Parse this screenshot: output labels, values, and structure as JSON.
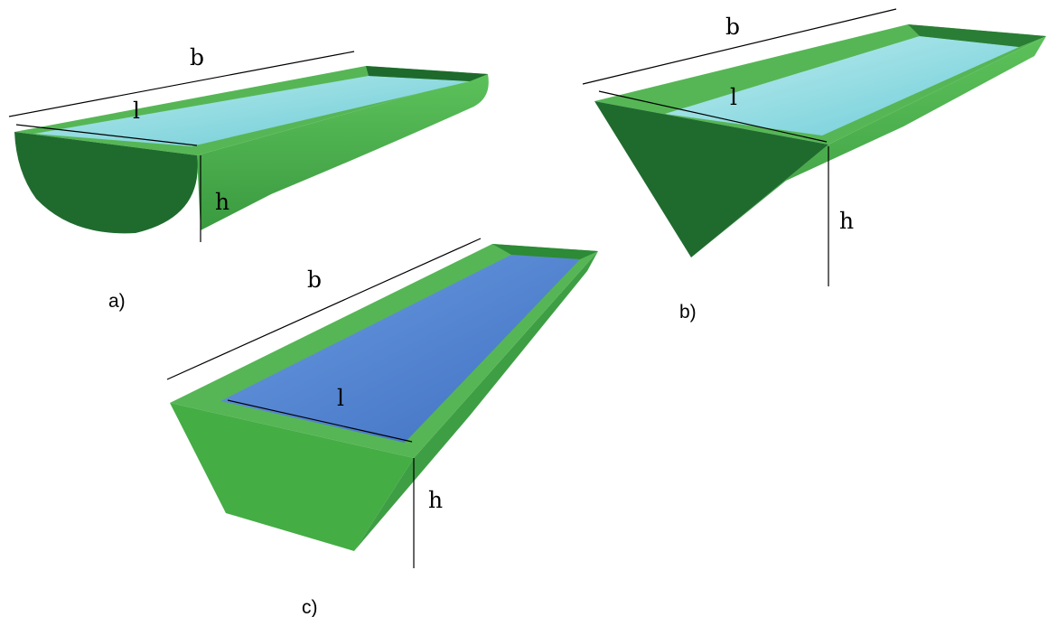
{
  "figure_a": {
    "caption": "a)",
    "label_b": "b",
    "label_l": "l",
    "label_h": "h"
  },
  "figure_b": {
    "caption": "b)",
    "label_b": "b",
    "label_l": "l",
    "label_h": "h"
  },
  "figure_c": {
    "caption": "c)",
    "label_b": "b",
    "label_l": "l",
    "label_h": "h"
  },
  "colors": {
    "trough_green": "#4cae4c",
    "trough_dark": "#1f6b2e",
    "water_light": "#9ee0e0",
    "water_blue": "#5b8fd6"
  }
}
